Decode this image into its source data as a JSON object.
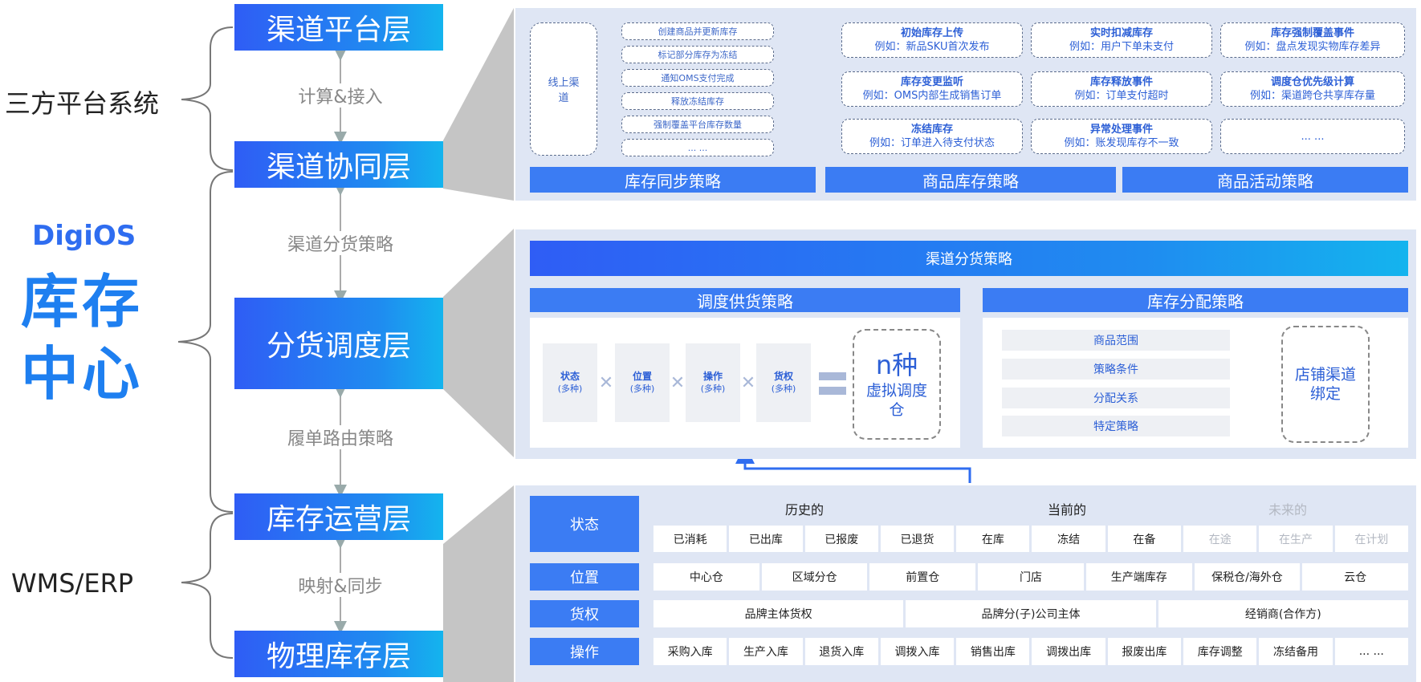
{
  "left": {
    "third_party": "三方平台系统",
    "brand": "DigiOS",
    "title_line1": "库存",
    "title_line2": "中心",
    "wms": "WMS/ERP"
  },
  "layers": [
    "渠道平台层",
    "渠道协同层",
    "分货调度层",
    "库存运营层",
    "物理库存层"
  ],
  "connectors": [
    "计算&接入",
    "渠道分货策略",
    "履单路由策略",
    "映射&同步"
  ],
  "sync_panel": {
    "online_channel": "线上渠道",
    "actions": [
      "创建商品并更新库存",
      "标记部分库存为冻结",
      "通知OMS支付完成",
      "释放冻结库存",
      "强制覆盖平台库存数量",
      "... ..."
    ],
    "events": [
      {
        "title": "初始库存上传",
        "desc": "例如：新品SKU首次发布"
      },
      {
        "title": "实时扣减库存",
        "desc": "例如：用户下单未支付"
      },
      {
        "title": "库存强制覆盖事件",
        "desc": "例如：盘点发现实物库存差异"
      },
      {
        "title": "库存变更监听",
        "desc": "例如：OMS内部生成销售订单"
      },
      {
        "title": "库存释放事件",
        "desc": "例如：订单支付超时"
      },
      {
        "title": "调度仓优先级计算",
        "desc": "例如：渠道跨仓共享库存量"
      },
      {
        "title": "冻结库存",
        "desc": "例如：订单进入待支付状态"
      },
      {
        "title": "异常处理事件",
        "desc": "例如：账发现库存不一致"
      },
      {
        "title": "",
        "desc": "... ..."
      }
    ],
    "strategies": [
      "库存同步策略",
      "商品库存策略",
      "商品活动策略"
    ]
  },
  "dispatch_panel": {
    "title": "渠道分货策略",
    "supply_title": "调度供货策略",
    "alloc_title": "库存分配策略",
    "factors": [
      {
        "name": "状态",
        "sub": "(多种)"
      },
      {
        "name": "位置",
        "sub": "(多种)"
      },
      {
        "name": "操作",
        "sub": "(多种)"
      },
      {
        "name": "货权",
        "sub": "(多种)"
      }
    ],
    "times": "✕",
    "virtual_line1": "n种",
    "virtual_line2": "虚拟调度仓",
    "alloc_items": [
      "商品范围",
      "策略条件",
      "分配关系",
      "特定策略"
    ],
    "bind": "店铺渠道绑定"
  },
  "ops_panel": {
    "status_label": "状态",
    "groups": [
      "历史的",
      "当前的",
      "未来的"
    ],
    "status_cells": [
      "已消耗",
      "已出库",
      "已报废",
      "已退货",
      "在库",
      "冻结",
      "在备",
      "在途",
      "在生产",
      "在计划"
    ],
    "location_label": "位置",
    "location_cells": [
      "中心仓",
      "区域分仓",
      "前置仓",
      "门店",
      "生产端库存",
      "保税仓/海外仓",
      "云仓"
    ],
    "ownership_label": "货权",
    "ownership_cells": [
      "品牌主体货权",
      "品牌分(子)公司主体",
      "经销商(合作方)"
    ],
    "operation_label": "操作",
    "operation_cells": [
      "采购入库",
      "生产入库",
      "退货入库",
      "调拨入库",
      "销售出库",
      "调拨出库",
      "报废出库",
      "库存调整",
      "冻结备用",
      "... ..."
    ]
  },
  "colors": {
    "accent": "#3b7cf3",
    "panel": "#dfe6f4",
    "dim": "#b3b8c2"
  }
}
